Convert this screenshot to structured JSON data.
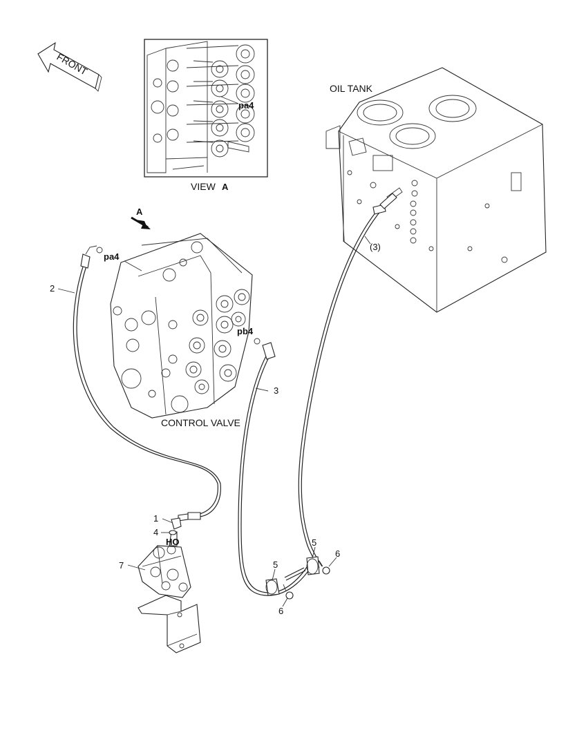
{
  "front_label": "FRONT",
  "view_label": "VIEW",
  "view_letter": "A",
  "view_pa4": "pa4",
  "arrow_a": "A",
  "oil_tank": "OIL TANK",
  "control_valve": "CONTROL VALVE",
  "port_pa4": "pa4",
  "port_pb4": "pb4",
  "port_ho": "HO",
  "callouts": {
    "c1": "1",
    "c2": "2",
    "c3": "3",
    "c3_ref": "(3)",
    "c4": "4",
    "c5a": "5",
    "c5b": "5",
    "c6a": "6",
    "c6b": "6",
    "c7": "7"
  }
}
